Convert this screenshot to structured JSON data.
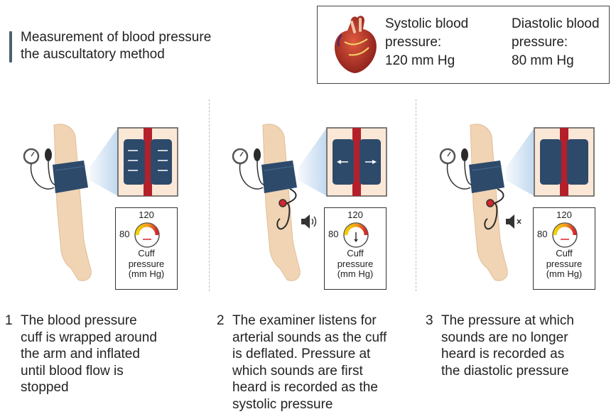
{
  "title": {
    "line1": "Measurement of blood pressure",
    "line2": "the auscultatory method"
  },
  "legend": {
    "systolic": {
      "line1": "Systolic blood",
      "line2": "pressure:",
      "line3": "120 mm Hg"
    },
    "diastolic": {
      "line1": "Diastolic blood",
      "line2": "pressure:",
      "line3": "80 mm Hg"
    }
  },
  "gauge": {
    "top_value": "120",
    "left_value": "80",
    "label_line1": "Cuff",
    "label_line2": "pressure",
    "label_line3": "(mm Hg)"
  },
  "steps": [
    {
      "number": "1",
      "text": "The blood pressure\ncuff is wrapped around\nthe arm and inflated\nuntil blood flow is\nstopped"
    },
    {
      "number": "2",
      "text": "The examiner listens for\narterial sounds as the cuff\nis deflated. Pressure at\nwhich sounds are first\nheard is recorded as the\nsystolic pressure"
    },
    {
      "number": "3",
      "text": "The pressure at which\nsounds are no longer\nheard is recorded as\nthe diastolic pressure"
    }
  ],
  "colors": {
    "cuff": "#2d4a6b",
    "skin": "#f0d4b4",
    "artery": "#b4202a",
    "accent_bar": "#4a6270"
  },
  "icons": [
    "heart-icon",
    "sphygmomanometer-icon",
    "stethoscope-icon",
    "speaker-sound-icon",
    "speaker-muted-icon",
    "gauge-dial-icon"
  ]
}
